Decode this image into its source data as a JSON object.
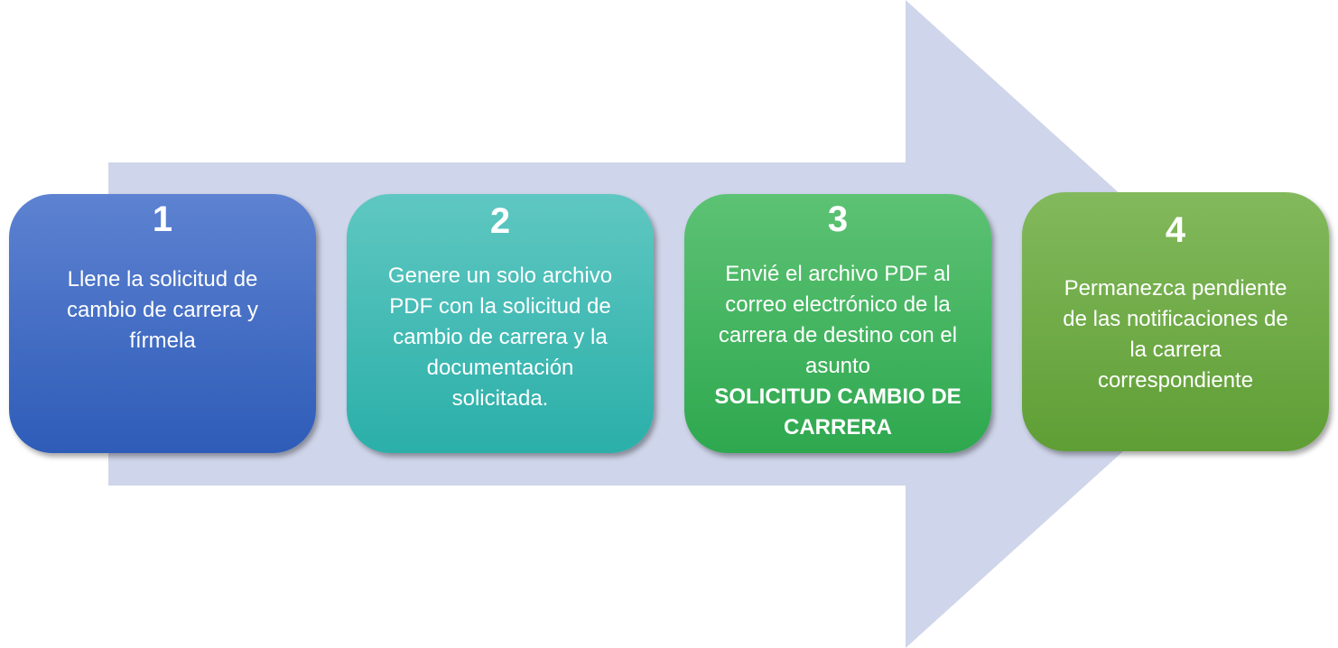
{
  "colors": {
    "arrow": "#cfd5ea",
    "step1": "#3f6cc4",
    "step2": "#3bbab3",
    "step3": "#40b45e",
    "step4": "#6fab45"
  },
  "steps": [
    {
      "number": "1",
      "text": "Llene la solicitud de cambio de carrera y fírmela",
      "bold": ""
    },
    {
      "number": "2",
      "text": "Genere un solo archivo PDF con la solicitud de cambio de carrera y la documentación solicitada.",
      "bold": ""
    },
    {
      "number": "3",
      "text": "Envié el archivo PDF al correo electrónico de la carrera de destino con el asunto",
      "bold": "SOLICITUD CAMBIO DE CARRERA"
    },
    {
      "number": "4",
      "text": "Permanezca pendiente de las notificaciones de la carrera correspondiente",
      "bold": ""
    }
  ]
}
